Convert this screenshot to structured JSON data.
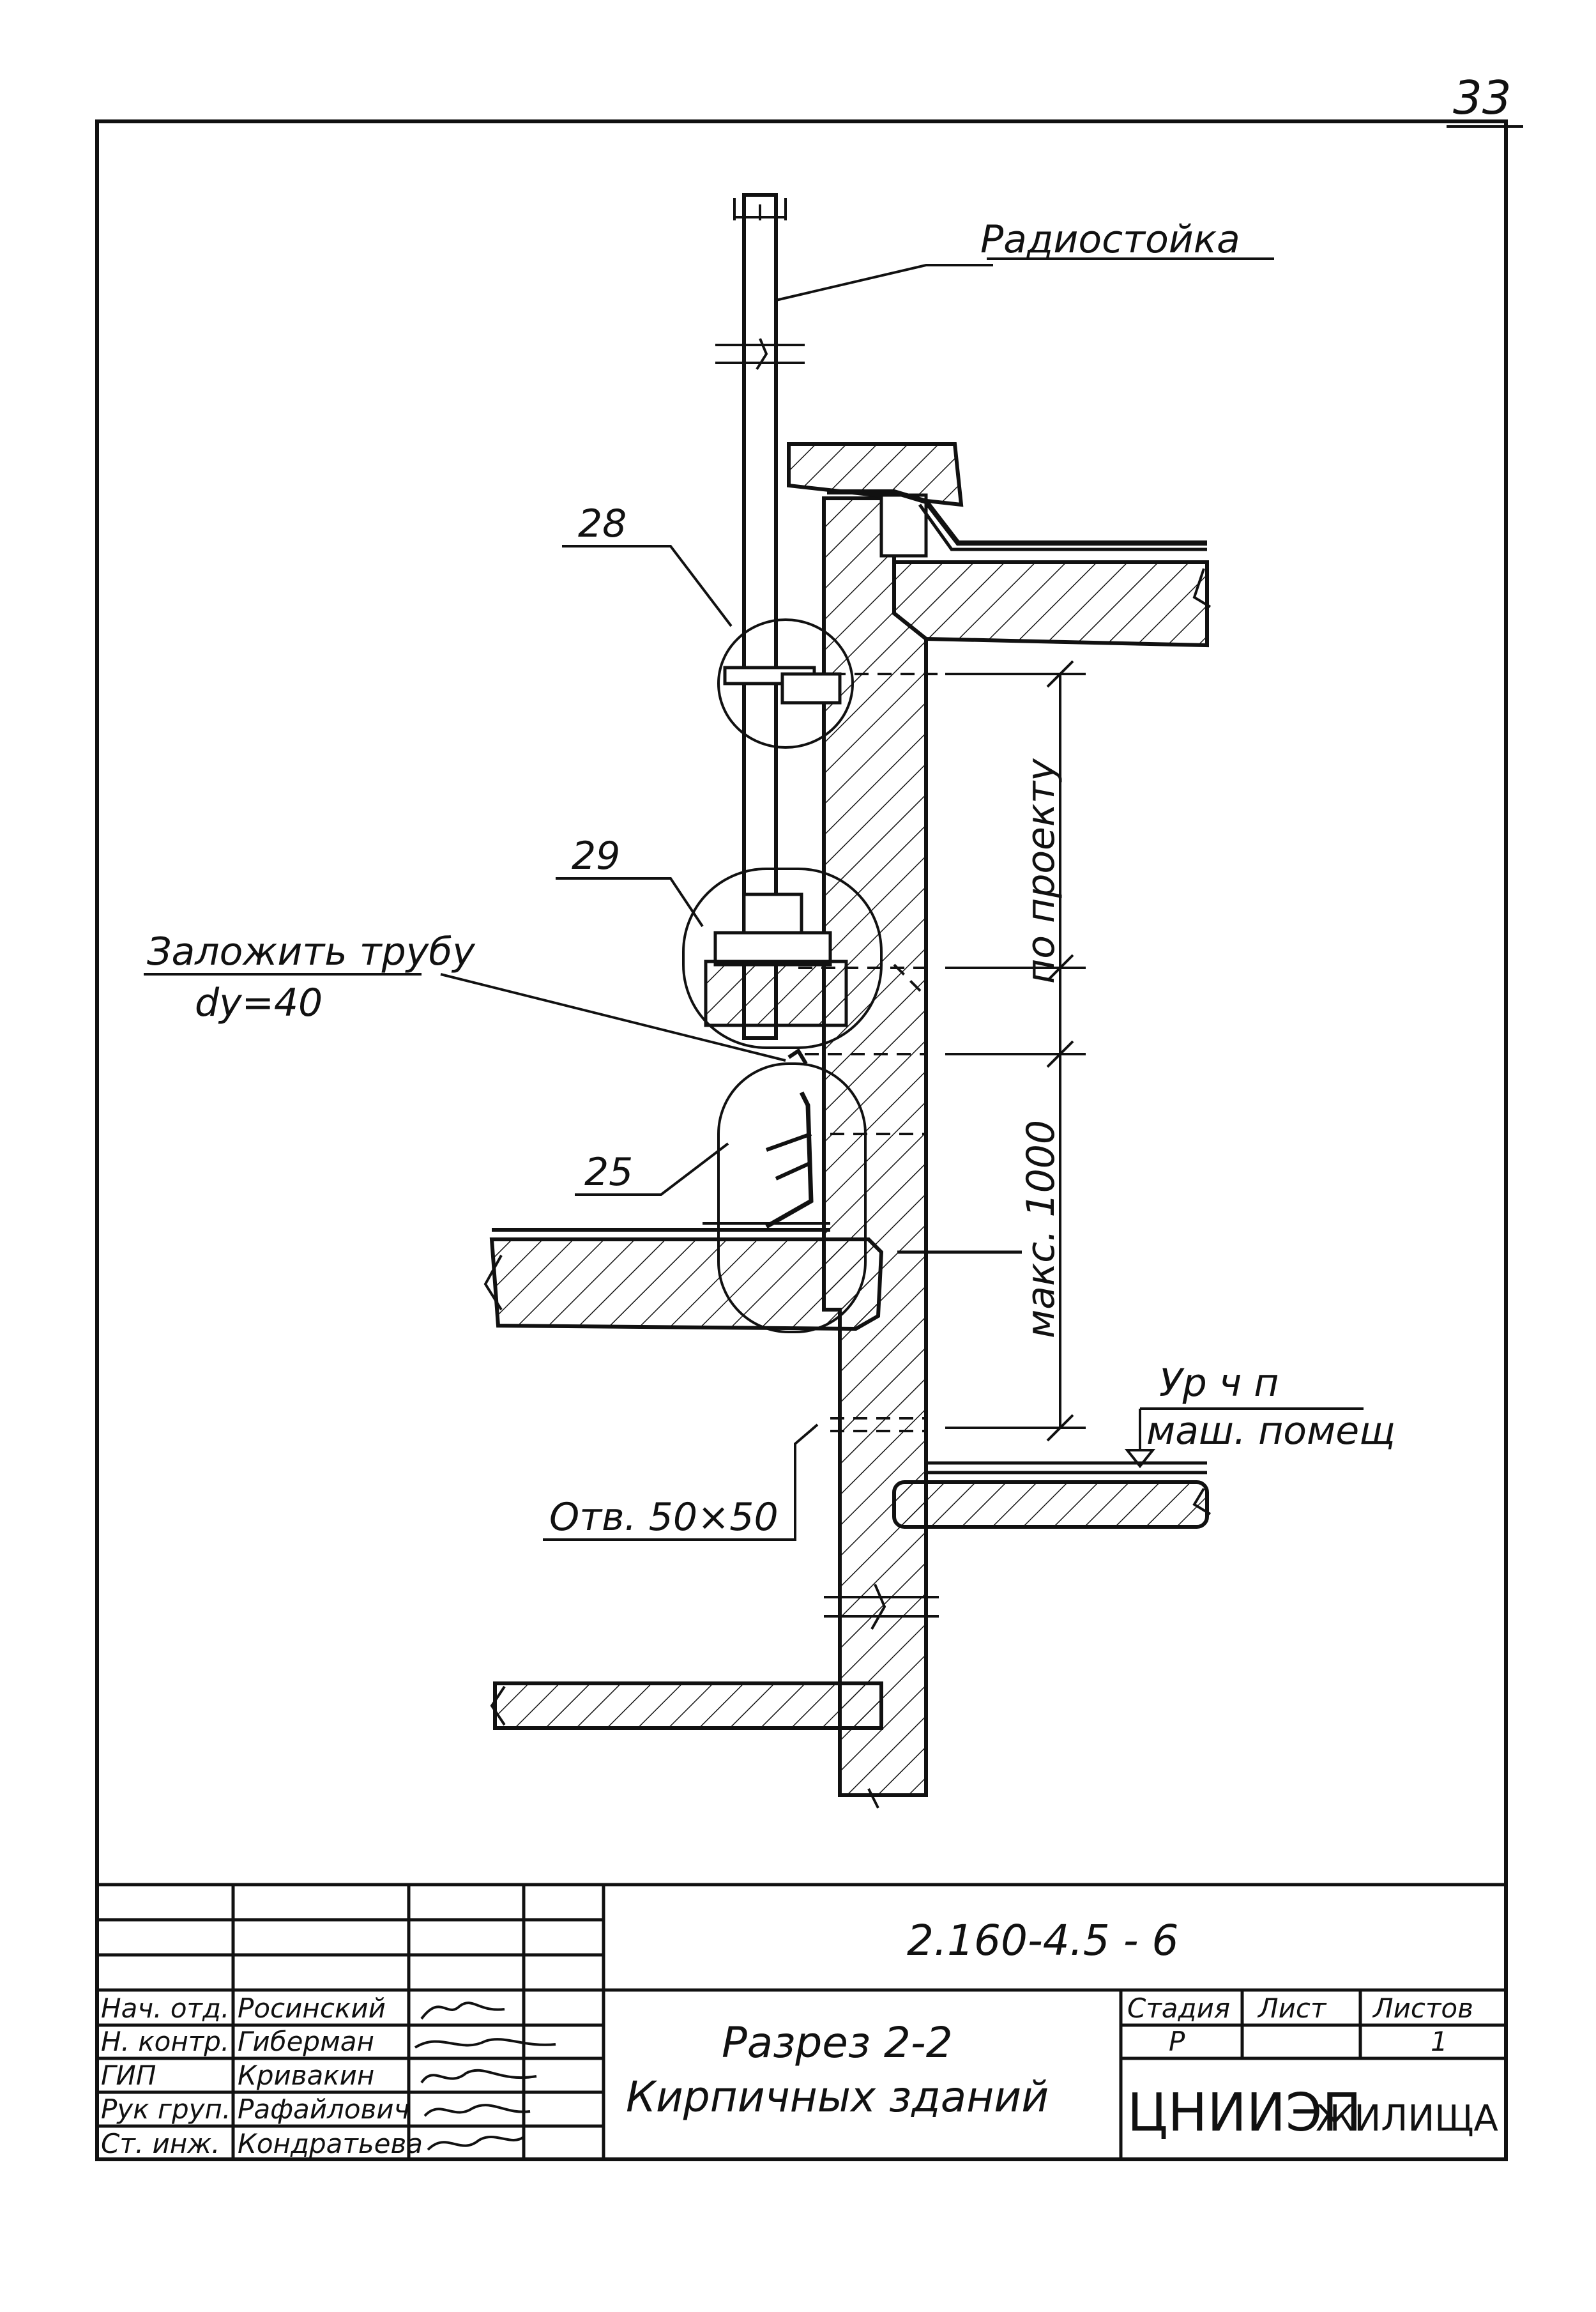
{
  "page_number": "33",
  "labels": {
    "radio_stand": "Радиостойка",
    "node_28": "28",
    "node_29": "29",
    "node_25": "25",
    "embed_pipe_line1": "Заложить трубу",
    "embed_pipe_line2": "dy=40",
    "per_project": "по проекту",
    "max_1000": "макс. 1000",
    "machine_room_level_line1": "Ур ч п",
    "machine_room_level_line2": "маш. помещ",
    "opening": "Отв. 50×50"
  },
  "title_block": {
    "drawing_code": "2.160-4.5 - 6",
    "title_line1": "Разрез 2-2",
    "title_line2": "Кирпичных зданий",
    "stage_header": "Стадия",
    "sheet_header": "Лист",
    "sheets_header": "Листов",
    "stage_value": "Р",
    "sheet_value": "",
    "sheets_value": "1",
    "organization_part1": "ЦНИИЭП",
    "organization_part2": "ЖИЛИЩА",
    "staff": [
      {
        "role": "Нач. отд.",
        "name": "Росинский"
      },
      {
        "role": "Н. контр.",
        "name": "Гиберман"
      },
      {
        "role": "ГИП",
        "name": "Кривакин"
      },
      {
        "role": "Рук груп.",
        "name": "Рафайлович"
      },
      {
        "role": "Ст. инж.",
        "name": "Кондратьева"
      }
    ]
  }
}
